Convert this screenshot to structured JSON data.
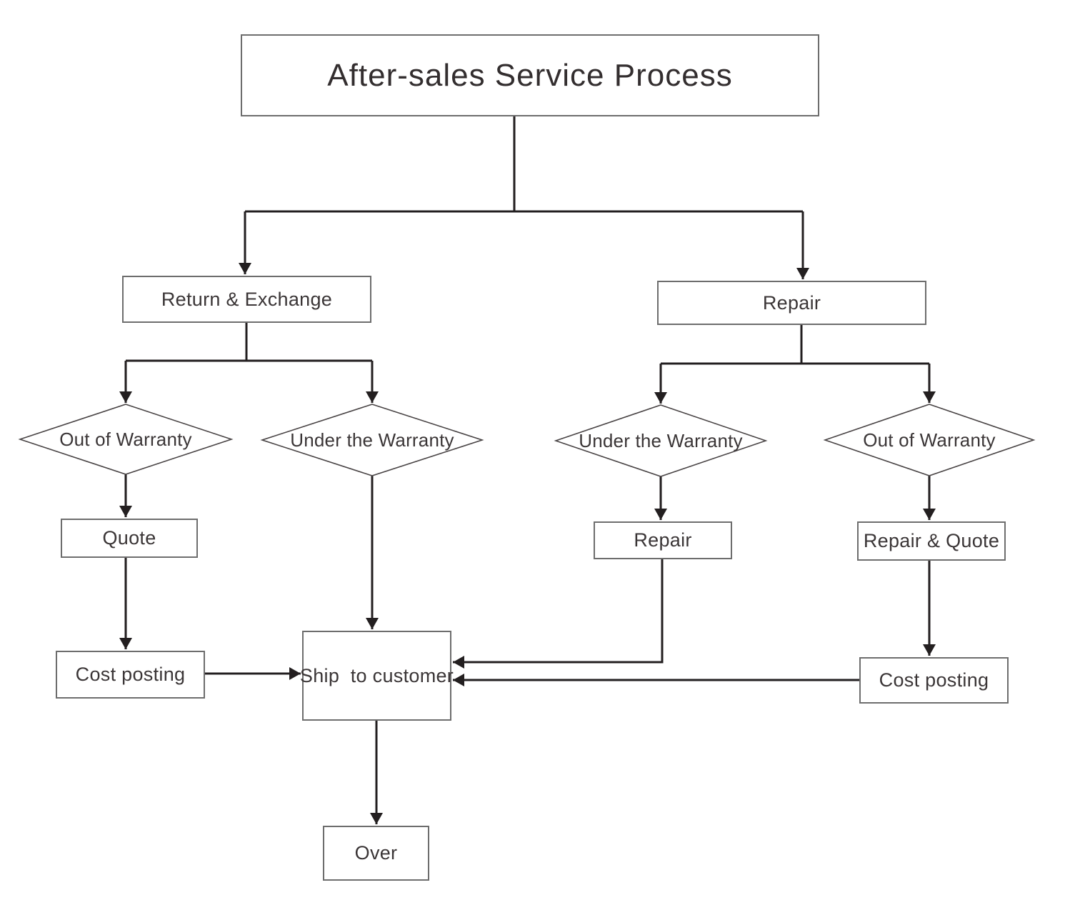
{
  "diagram": {
    "title": "After-sales Service Process",
    "nodes": {
      "title": {
        "label": "After-sales Service Process",
        "shape": "rectangle"
      },
      "return_exchange": {
        "label": "Return & Exchange",
        "shape": "rectangle"
      },
      "repair_branch": {
        "label": "Repair",
        "shape": "rectangle"
      },
      "out_of_warranty_left": {
        "label": "Out of Warranty",
        "shape": "diamond"
      },
      "under_the_warranty_left": {
        "label": "Under the Warranty",
        "shape": "diamond"
      },
      "under_the_warranty_right": {
        "label": "Under the Warranty",
        "shape": "diamond"
      },
      "out_of_warranty_right": {
        "label": "Out of Warranty",
        "shape": "diamond"
      },
      "quote": {
        "label": "Quote",
        "shape": "rectangle"
      },
      "cost_posting_left": {
        "label": "Cost posting",
        "shape": "rectangle"
      },
      "ship_to_customer": {
        "label": "Ship  to customer",
        "shape": "rectangle"
      },
      "repair_action": {
        "label": "Repair",
        "shape": "rectangle"
      },
      "repair_and_quote": {
        "label": "Repair & Quote",
        "shape": "rectangle"
      },
      "cost_posting_right": {
        "label": "Cost posting",
        "shape": "rectangle"
      },
      "over": {
        "label": "Over",
        "shape": "rectangle"
      }
    },
    "edges": [
      {
        "from": "title",
        "to": "return_exchange"
      },
      {
        "from": "title",
        "to": "repair_branch"
      },
      {
        "from": "return_exchange",
        "to": "out_of_warranty_left"
      },
      {
        "from": "return_exchange",
        "to": "under_the_warranty_left"
      },
      {
        "from": "repair_branch",
        "to": "under_the_warranty_right"
      },
      {
        "from": "repair_branch",
        "to": "out_of_warranty_right"
      },
      {
        "from": "out_of_warranty_left",
        "to": "quote"
      },
      {
        "from": "quote",
        "to": "cost_posting_left"
      },
      {
        "from": "cost_posting_left",
        "to": "ship_to_customer"
      },
      {
        "from": "under_the_warranty_left",
        "to": "ship_to_customer"
      },
      {
        "from": "under_the_warranty_right",
        "to": "repair_action"
      },
      {
        "from": "repair_action",
        "to": "ship_to_customer"
      },
      {
        "from": "out_of_warranty_right",
        "to": "repair_and_quote"
      },
      {
        "from": "repair_and_quote",
        "to": "cost_posting_right"
      },
      {
        "from": "cost_posting_right",
        "to": "ship_to_customer"
      },
      {
        "from": "ship_to_customer",
        "to": "over"
      }
    ],
    "colors": {
      "connector_line": "#231f20",
      "box_border": "#6d6d6d",
      "diamond_border": "#4a4546",
      "text": "#3b3637",
      "background": "#ffffff"
    }
  }
}
